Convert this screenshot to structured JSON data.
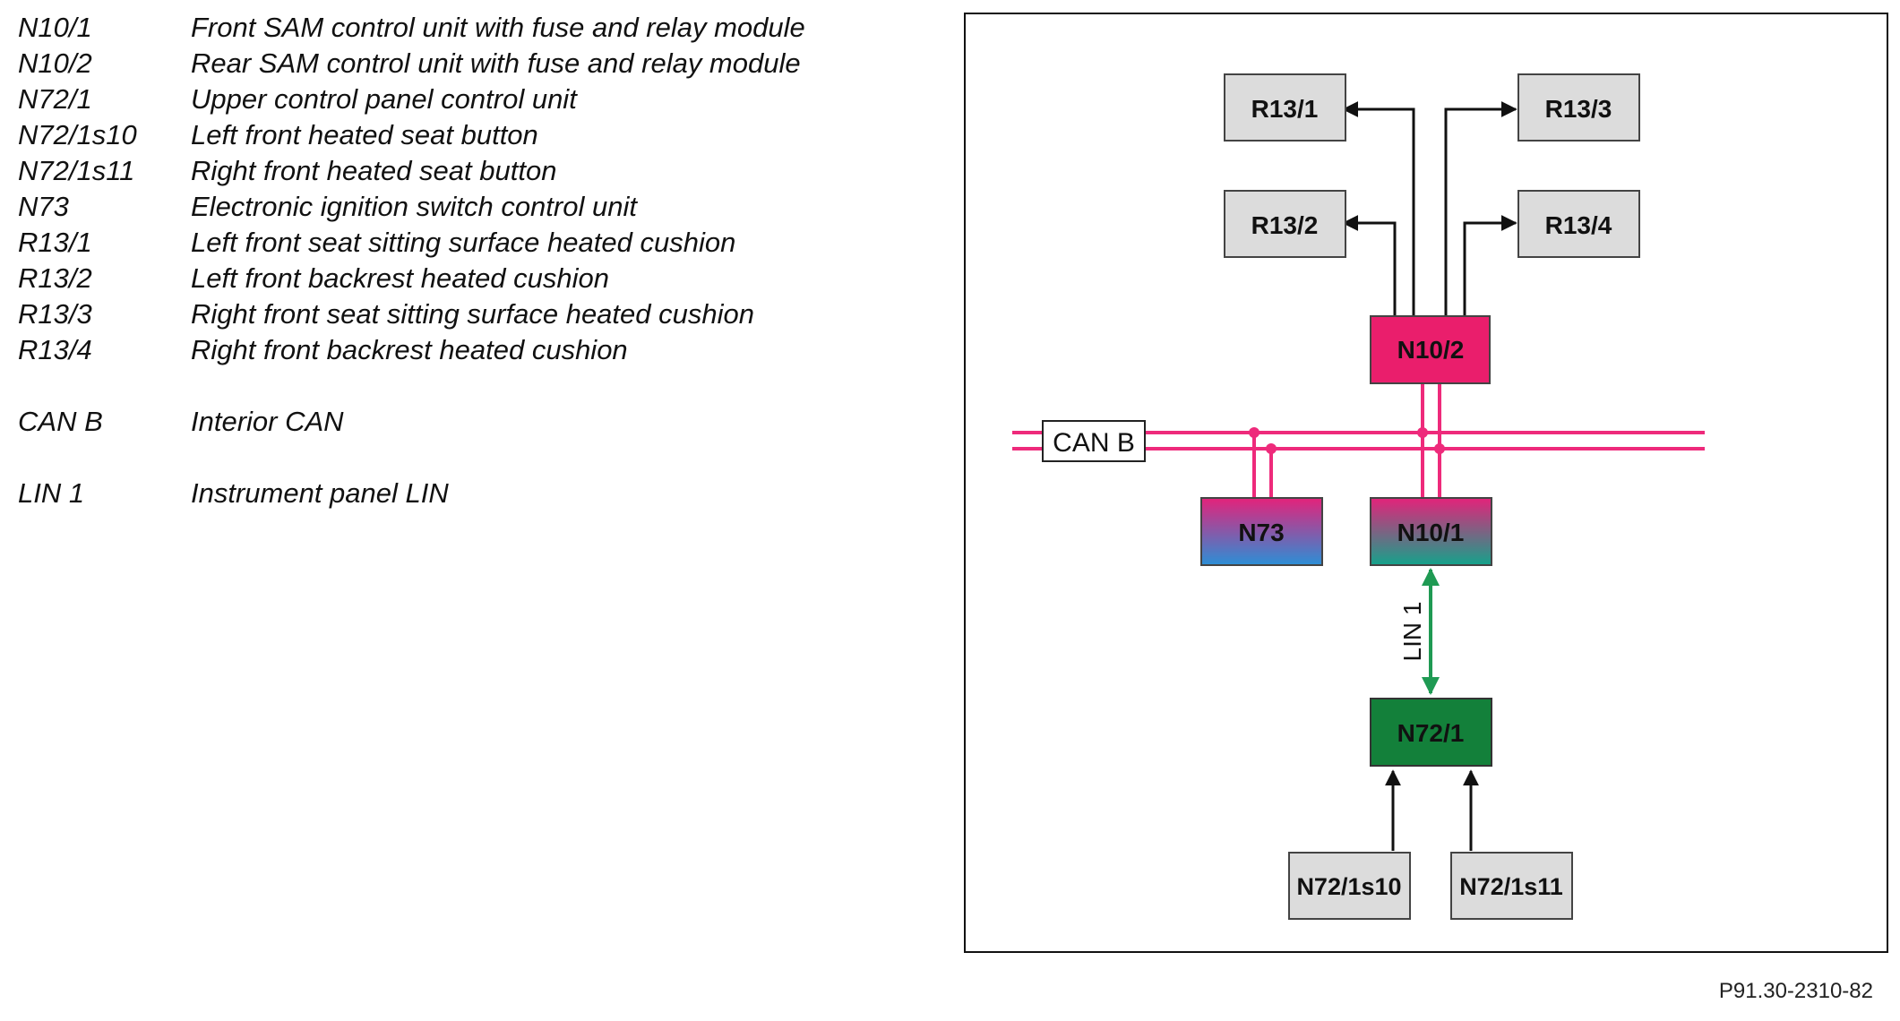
{
  "legend": [
    {
      "code": "N10/1",
      "description": "Front SAM control unit with fuse and relay module"
    },
    {
      "code": "N10/2",
      "description": "Rear SAM control unit with fuse and relay module"
    },
    {
      "code": "N72/1",
      "description": "Upper control panel control unit"
    },
    {
      "code": "N72/1s10",
      "description": "Left front heated seat button"
    },
    {
      "code": "N72/1s11",
      "description": "Right front heated seat button"
    },
    {
      "code": "N73",
      "description": "Electronic ignition switch control unit"
    },
    {
      "code": "R13/1",
      "description": "Left front seat sitting surface heated cushion"
    },
    {
      "code": "R13/2",
      "description": "Left front backrest heated cushion"
    },
    {
      "code": "R13/3",
      "description": "Right front seat sitting surface heated cushion"
    },
    {
      "code": "R13/4",
      "description": "Right front backrest heated cushion"
    },
    {
      "code": "CAN B",
      "description": "Interior CAN"
    },
    {
      "code": "LIN 1",
      "description": "Instrument panel LIN"
    }
  ],
  "diagram": {
    "nodes": {
      "r13_1": "R13/1",
      "r13_3": "R13/3",
      "r13_2": "R13/2",
      "r13_4": "R13/4",
      "n10_2": "N10/2",
      "n73": "N73",
      "n10_1": "N10/1",
      "n72_1": "N72/1",
      "n72_1s10": "N72/1s10",
      "n72_1s11": "N72/1s11"
    },
    "bus_can_label": "CAN B",
    "bus_lin_label": "LIN 1",
    "colors": {
      "can_bus": "#ee2a7b",
      "lin_bus": "#1f9a53",
      "n10_2_fill": "#ea1e6c",
      "n72_1_fill": "#13803a",
      "sensor_fill": "#dcdcdc",
      "n73_gradient": [
        "#e4227a",
        "#2b8fd6"
      ],
      "n10_1_gradient": [
        "#e4227a",
        "#14a38b"
      ]
    }
  },
  "footer": {
    "reference": "P91.30-2310-82"
  }
}
